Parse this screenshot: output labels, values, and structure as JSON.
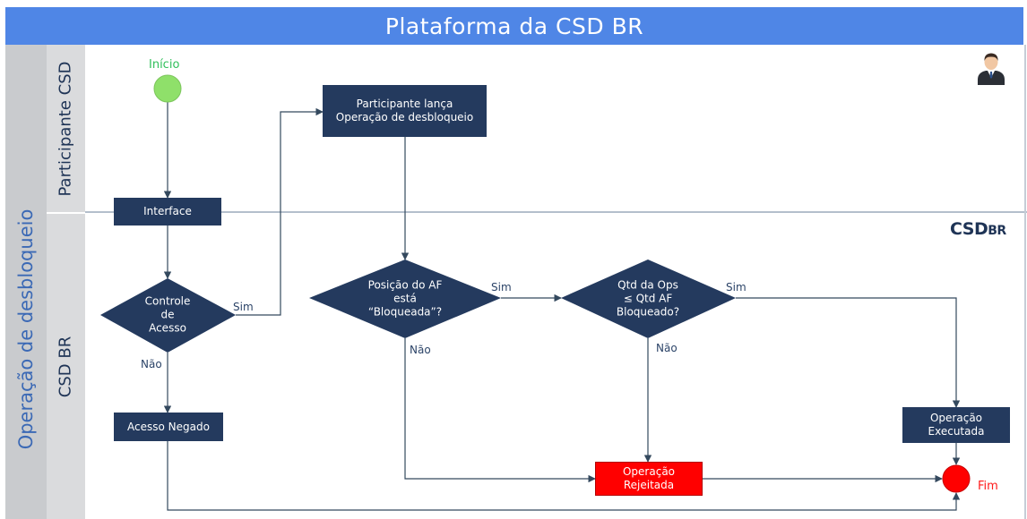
{
  "header": {
    "title": "Plataforma da CSD BR"
  },
  "pool": {
    "label": "Operação de desbloqueio"
  },
  "lanes": [
    {
      "label": "Participante CSD"
    },
    {
      "label": "CSD BR"
    }
  ],
  "brand": {
    "main": "CSD",
    "sub": "BR"
  },
  "icons": {
    "user": "user-avatar-icon"
  },
  "colors": {
    "header": "#4f86e6",
    "process": "#243a5e",
    "start": "#8fe06a",
    "end": "#ff0000",
    "connector": "#34495e"
  },
  "nodes": {
    "start": {
      "label": "Início"
    },
    "end": {
      "label": "Fim"
    },
    "interface": {
      "label": "Interface"
    },
    "launch": {
      "label": "Participante lança\nOperação de desbloqueio"
    },
    "access_control": {
      "label": "Controle\nde\nAcesso"
    },
    "access_denied": {
      "label": "Acesso Negado"
    },
    "position_check": {
      "label": "Posição do AF\nestá\n“Bloqueada”?"
    },
    "qty_check": {
      "label": "Qtd da Ops\n≤ Qtd AF\nBloqueado?"
    },
    "executed": {
      "label": "Operação\nExecutada"
    },
    "rejected": {
      "label": "Operação\nRejeitada"
    }
  },
  "edge_labels": {
    "access_yes": "Sim",
    "access_no": "Não",
    "position_yes": "Sim",
    "position_no": "Não",
    "qty_yes": "Sim",
    "qty_no": "Não"
  }
}
